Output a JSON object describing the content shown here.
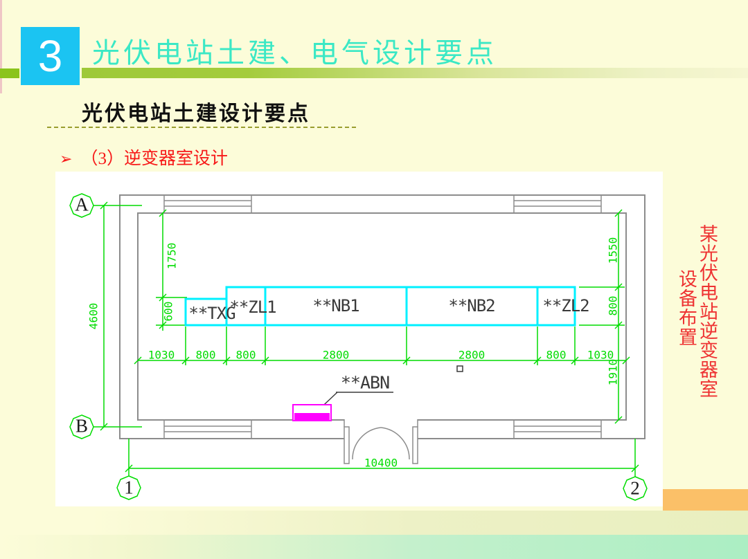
{
  "header": {
    "number": "3",
    "title": "光伏电站土建、电气设计要点"
  },
  "section": {
    "subtitle": "光伏电站土建设计要点",
    "bullet_icon": "➢",
    "bullet": "（3）逆变器室设计"
  },
  "caption": {
    "line1": "某光伏电站逆变器室",
    "line2": "设备布置"
  },
  "drawing": {
    "equipment": {
      "txg": "**TXG",
      "zl1": "**ZL1",
      "nb1": "**NB1",
      "nb2": "**NB2",
      "zl2": "**ZL2",
      "abn": "**ABN"
    },
    "dims": {
      "d4600": "4600",
      "d1750": "1750",
      "d600": "600",
      "d1550": "1550",
      "d800r": "800",
      "d1910": "1910",
      "d1030a": "1030",
      "d800a": "800",
      "d800b": "800",
      "d2800a": "2800",
      "d2800b": "2800",
      "d800c": "800",
      "d1030b": "1030",
      "d10400": "10400"
    },
    "axes": {
      "a": "A",
      "b": "B",
      "one": "1",
      "two": "2"
    }
  },
  "colors": {
    "slide_bg": "#FCFCD9",
    "accent_blue": "#1BC4F2",
    "bar_green": "#A4CC3D",
    "title_turquoise": "#3BE8C5",
    "text_red": "#F71818",
    "dim_green": "#00DC00",
    "equipment_cyan": "#00F0FF",
    "abn_magenta": "#FF00FF",
    "wall_gray": "#8C8C8C",
    "band_orange": "#FBC068",
    "band_mint": "#ABEEC3"
  }
}
